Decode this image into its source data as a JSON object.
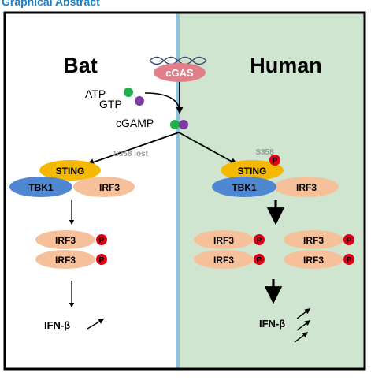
{
  "header": {
    "title": "Graphical Abstract"
  },
  "panels": {
    "left_title": "Bat",
    "right_title": "Human"
  },
  "colors": {
    "human_bg": "#cfe5cf",
    "divider": "#8ec3dc",
    "cgas": "#e37f8a",
    "sting": "#f5b800",
    "tbk1": "#4f87d1",
    "irf3": "#f6c09b",
    "phospho": "#e00016",
    "atp_dot": "#22b04b",
    "gtp_dot": "#7c3ba6"
  },
  "top": {
    "cgas": "cGAS",
    "atp": "ATP",
    "gtp": "GTP",
    "cgamp": "cGAMP"
  },
  "bat": {
    "site_note": "S358 lost",
    "sting": "STING",
    "tbk1": "TBK1",
    "irf3": "IRF3",
    "p_irf3": [
      "IRF3",
      "IRF3"
    ],
    "p_label": "P",
    "ifn": "IFN-β"
  },
  "human": {
    "site_note": "S358",
    "sting": "STING",
    "tbk1": "TBK1",
    "irf3": "IRF3",
    "p_irf3": [
      "IRF3",
      "IRF3",
      "IRF3",
      "IRF3"
    ],
    "p_label": "P",
    "ifn": "IFN-β"
  }
}
